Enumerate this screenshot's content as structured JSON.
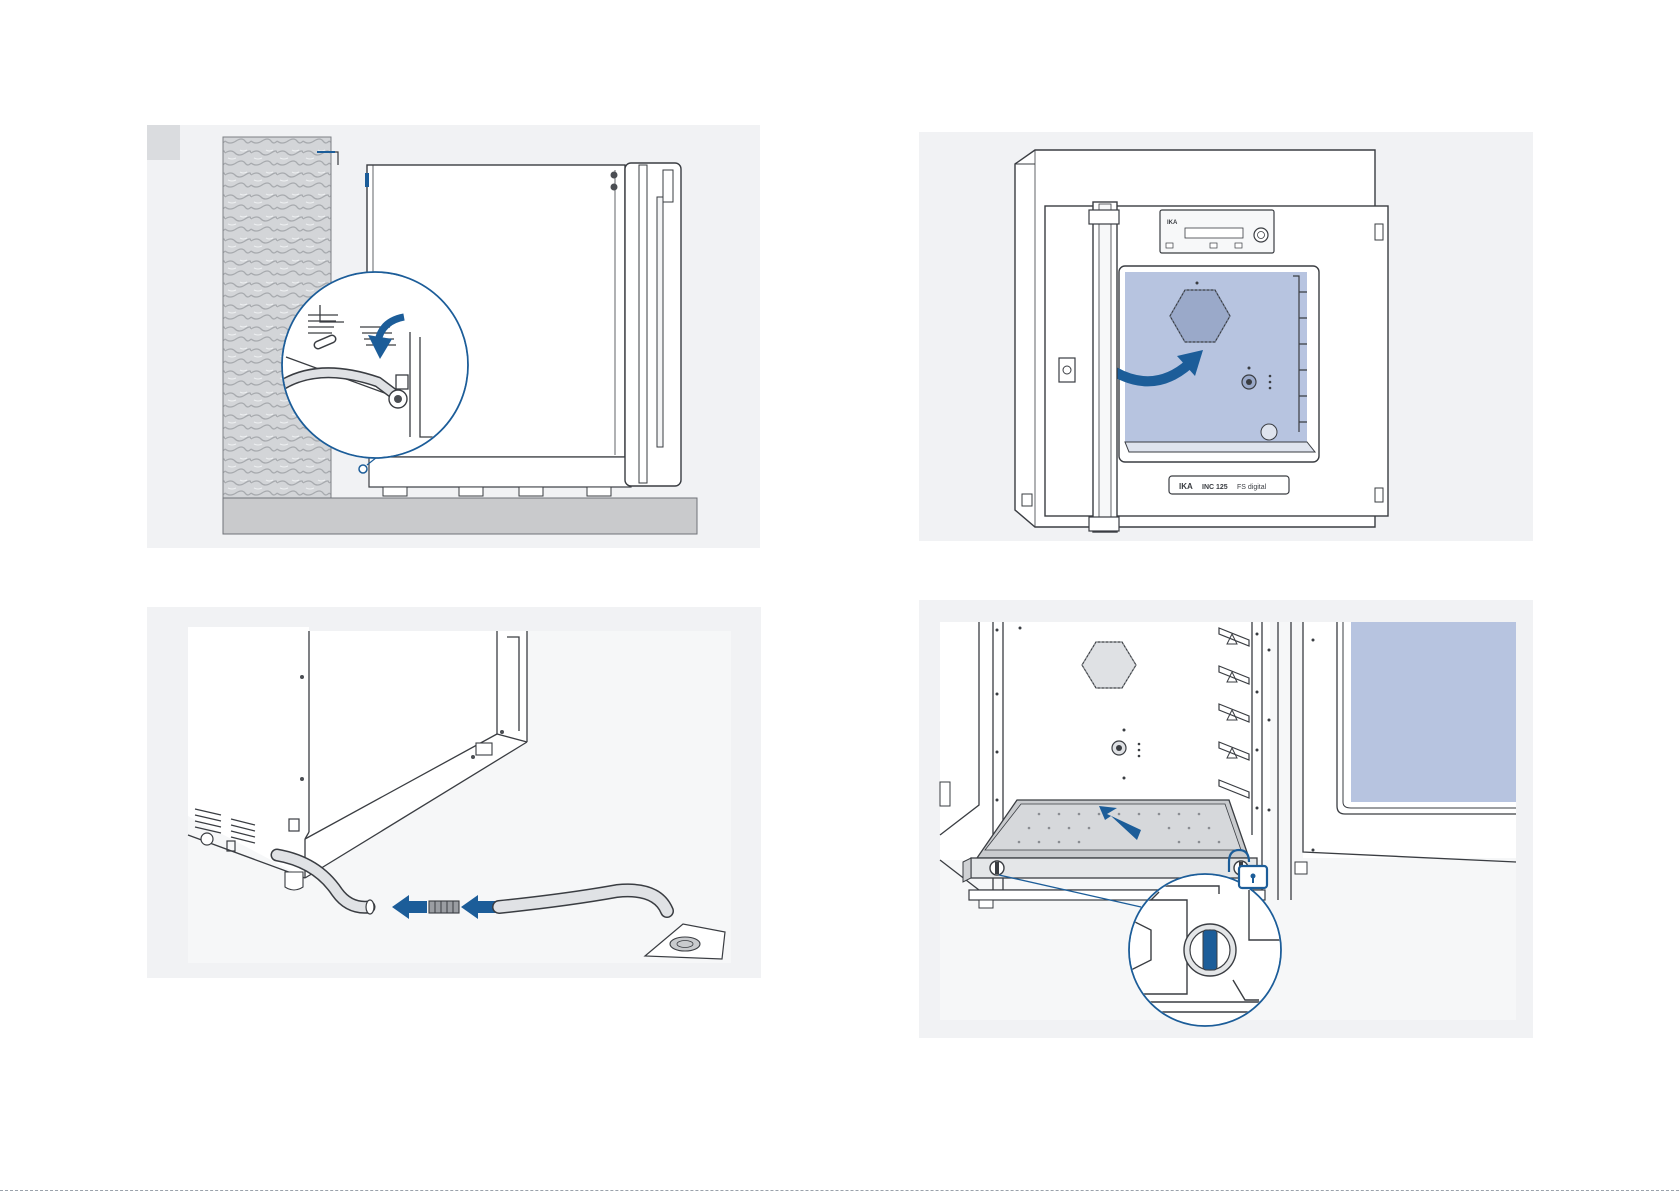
{
  "colors": {
    "panel_bg": "#f1f2f4",
    "accent_blue": "#1c5d99",
    "chamber_blue": "#b7c4e0",
    "line": "#3a3d42",
    "wall": "#cfd1d4",
    "floor": "#c8c9cb"
  },
  "icons": {
    "step_marker": "square-marker",
    "rotate_arrow": "curved-arrow-icon",
    "flow_arrow": "left-arrow-icon",
    "unlock": "unlocked-padlock-icon",
    "detail": "magnifier-circle"
  },
  "panels": [
    {
      "id": "wall-clearance",
      "callout": "magnified-drain-hose-connection"
    },
    {
      "id": "open-door",
      "brand": "IKA",
      "model": "INC 125",
      "model_suffix": "FS digital"
    },
    {
      "id": "drain-hose",
      "arrows": 2
    },
    {
      "id": "tray-lock",
      "callout": "magnified-tray-lock-knob"
    }
  ]
}
